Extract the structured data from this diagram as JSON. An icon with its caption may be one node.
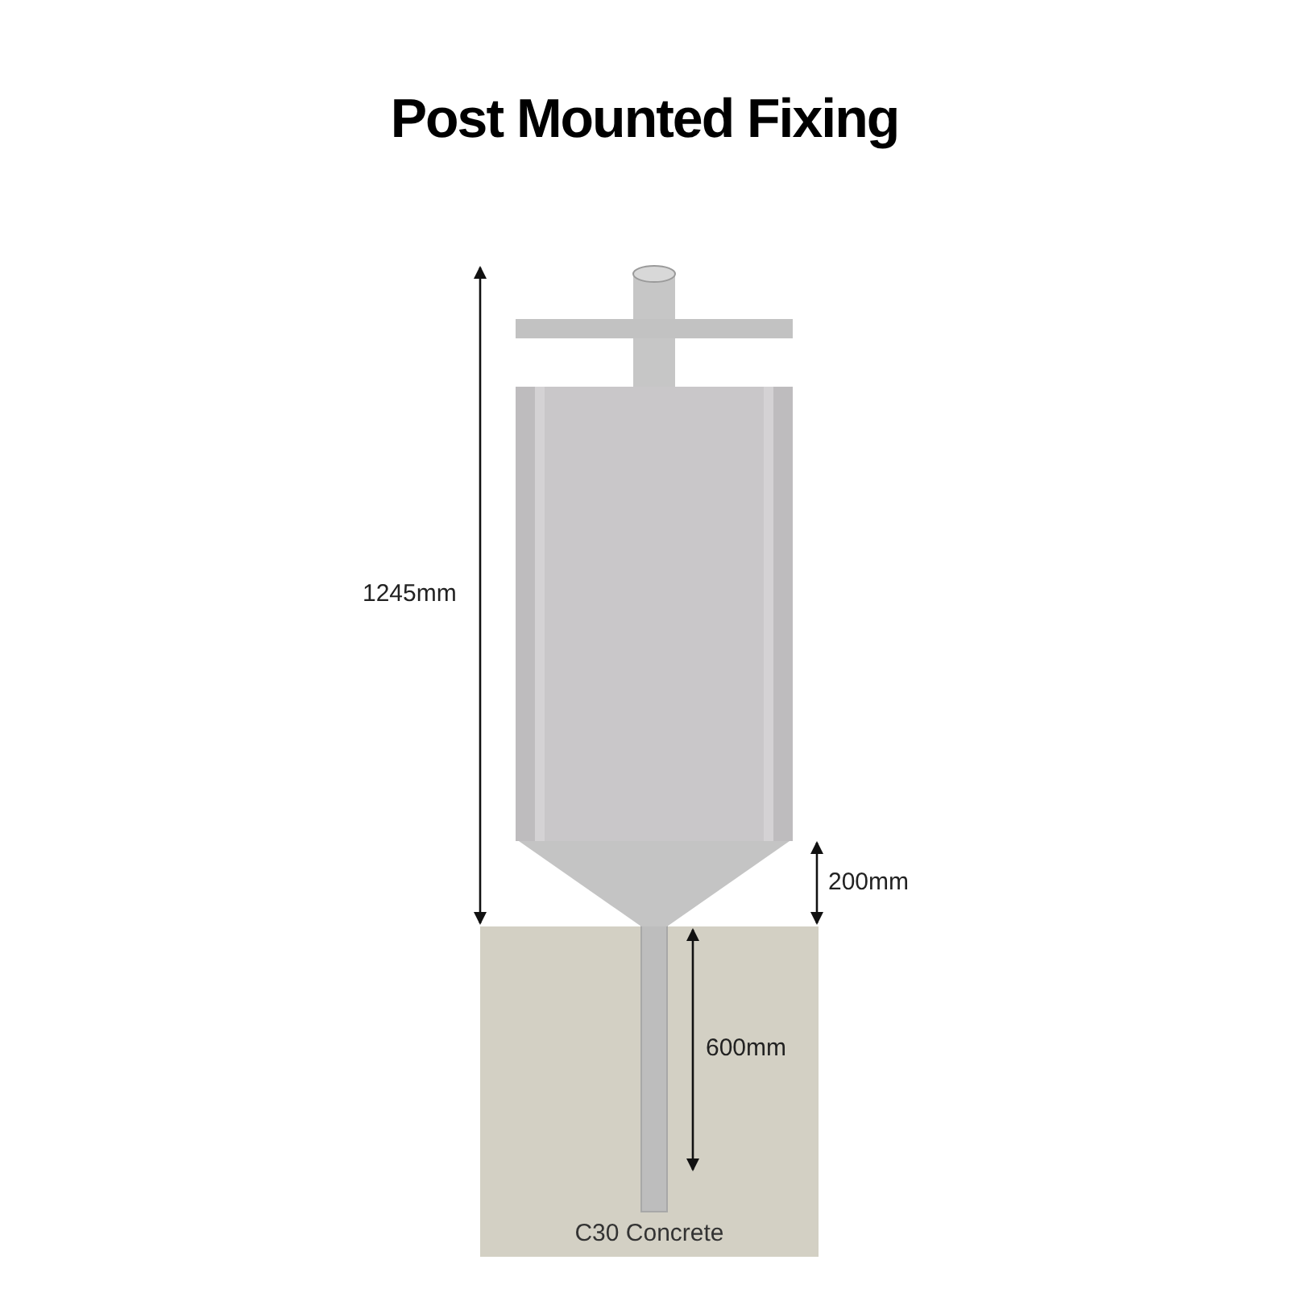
{
  "diagram": {
    "title": "Post Mounted Fixing",
    "nodes": [
      {
        "text": [
          "C30 Concrete"
        ]
      }
    ],
    "labels": [
      "1245mm",
      "200mm",
      "600mm"
    ]
  }
}
